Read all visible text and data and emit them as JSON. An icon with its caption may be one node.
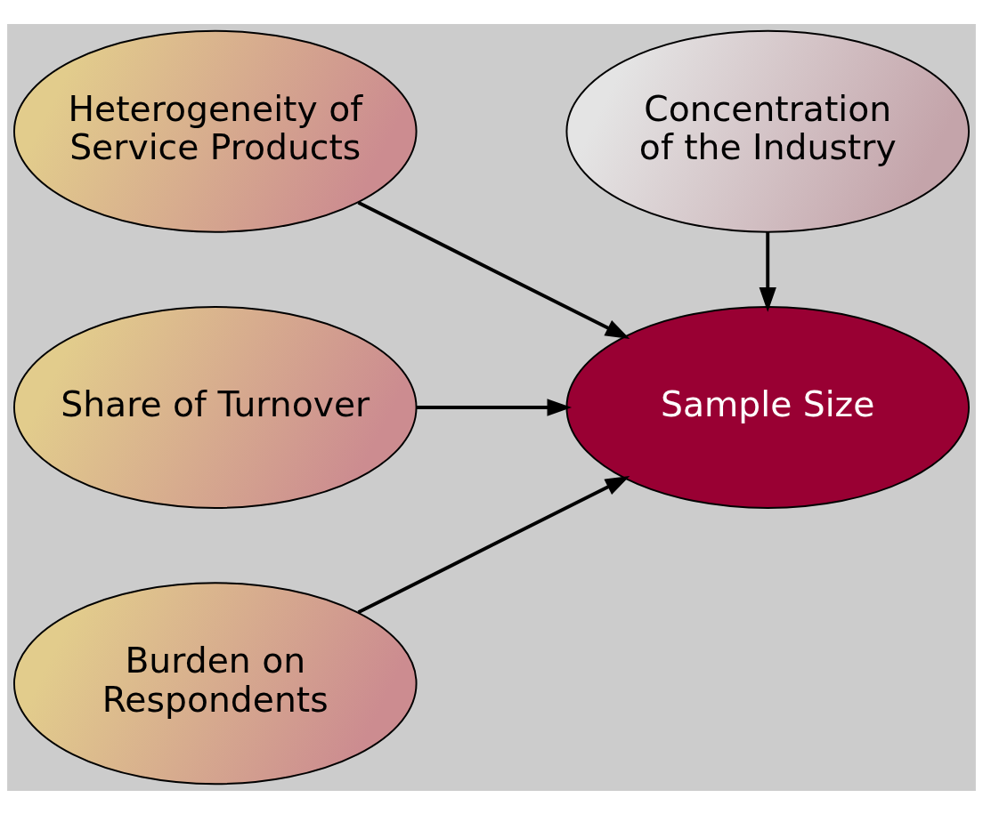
{
  "diagram": {
    "nodes": [
      {
        "text": [
          "Heterogeneity of Service Products"
        ]
      },
      {
        "text": [
          "Concentration of the Industry"
        ]
      },
      {
        "text": [
          "Share of Turnover"
        ]
      },
      {
        "text": [
          "Sample Size"
        ]
      },
      {
        "text": [
          "Burden on Respondents"
        ]
      }
    ],
    "edges": [
      {
        "from": 0,
        "to": 3,
        "arrow": "to"
      },
      {
        "from": 1,
        "to": 3,
        "arrow": "to"
      },
      {
        "from": 2,
        "to": 3,
        "arrow": "to"
      },
      {
        "from": 4,
        "to": 3,
        "arrow": "to"
      }
    ]
  }
}
